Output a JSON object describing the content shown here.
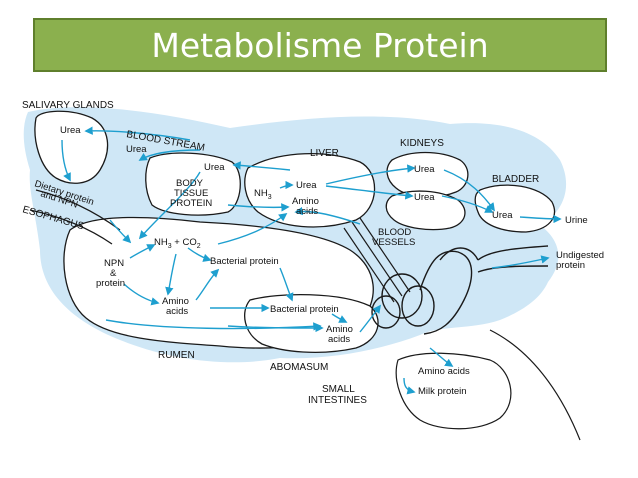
{
  "title": "Metabolisme Protein",
  "colors": {
    "title_bg": "#8bb04e",
    "fluid": "#cfe7f6",
    "arrow": "#1e9fcf",
    "outline": "#1a1a1a"
  },
  "labels": {
    "salivary_glands": "SALIVARY GLANDS",
    "urea_top": "Urea",
    "blood_stream": "BLOOD STREAM",
    "urea_bs": "Urea",
    "urea_mid": "Urea",
    "liver": "LIVER",
    "kidneys": "KIDNEYS",
    "urea_liver": "Urea",
    "urea_k1": "Urea",
    "urea_k2": "Urea",
    "bladder": "BLADDER",
    "urea_bladder": "Urea",
    "urine": "Urine",
    "dietary_1": "Dietary protein",
    "dietary_2": "and NPN",
    "esophagus": "ESOPHAGUS",
    "body_1": "BODY",
    "body_2": "TISSUE",
    "body_3": "PROTEIN",
    "nh3": "NH",
    "nh3_sub": "3",
    "amino_liver_1": "Amino",
    "amino_liver_2": "acids",
    "blood_vessels_1": "BLOOD",
    "blood_vessels_2": "VESSELS",
    "undigested_1": "Undigested",
    "undigested_2": "protein",
    "nh3co2_a": "NH",
    "nh3co2_sub1": "3",
    "nh3co2_b": " + CO",
    "nh3co2_sub2": "2",
    "npn_1": "NPN",
    "npn_2": "&",
    "npn_3": "protein",
    "bacterial_1": "Bacterial protein",
    "amino_rumen_1": "Amino",
    "amino_rumen_2": "acids",
    "bacterial_2": "Bacterial protein",
    "amino_abo_1": "Amino",
    "amino_abo_2": "acids",
    "rumen": "RUMEN",
    "abomasum": "ABOMASUM",
    "small_1": "SMALL",
    "small_2": "INTESTINES",
    "amino_udder": "Amino acids",
    "milk_protein": "Milk protein"
  }
}
